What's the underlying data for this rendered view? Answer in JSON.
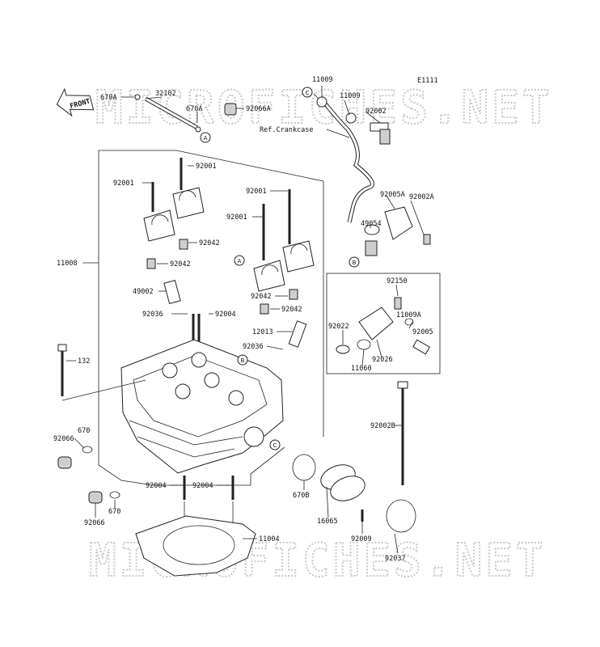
{
  "diagram_code": "E1111",
  "front_label": "FRONT",
  "ref_crankcase": "Ref.Crankcase",
  "watermark_top": "MICROFICHES.NET",
  "watermark_bottom": "MICROFICHES.NET",
  "ref_markers": [
    "A",
    "B",
    "C"
  ],
  "part_labels": {
    "p670a_left": "670A",
    "p32102": "32102",
    "p670a_right": "670A",
    "p92066a": "92066A",
    "p11009_top": "11009",
    "p11009_mid": "11009",
    "p92002_top": "92002",
    "p92001_a": "92001",
    "p92001_b": "92001",
    "p92001_c": "92001",
    "p92001_d": "92001",
    "p11008": "11008",
    "p92042_a": "92042",
    "p92042_b": "92042",
    "p92042_c": "92042",
    "p92042_d": "92042",
    "p49002": "49002",
    "p92036_a": "92036",
    "p92004_a": "92004",
    "p12013": "12013",
    "p92036_b": "92036",
    "p132": "132",
    "p92005a": "92005A",
    "p92002a": "92002A",
    "p49054": "49054",
    "p92150": "92150",
    "p11009a": "11009A",
    "p92022": "92022",
    "p92005": "92005",
    "p92026": "92026",
    "p11060": "11060",
    "p92002b": "92002B",
    "p92066_a": "92066",
    "p670_a": "670",
    "p670b": "670B",
    "p92004_b": "92004",
    "p92004_c": "92004",
    "p16065": "16065",
    "p92066_b": "92066",
    "p670_b": "670",
    "p92009": "92009",
    "p11004": "11004",
    "p92037": "92037"
  }
}
